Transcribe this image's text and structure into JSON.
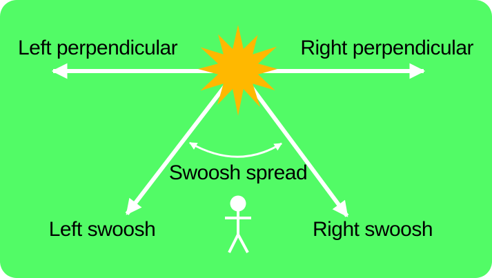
{
  "colors": {
    "background": "#52FB66",
    "page_background": "#FFFFFF",
    "star": "#FFB800",
    "arrows": "#FFFFFF",
    "text": "#000000"
  },
  "labels": {
    "left_perpendicular": "Left perpendicular",
    "right_perpendicular": "Right perpendicular",
    "swoosh_spread": "Swoosh spread",
    "left_swoosh": "Left swoosh",
    "right_swoosh": "Right swoosh"
  },
  "icons": {
    "starburst": "starburst-icon",
    "person": "person-icon"
  }
}
